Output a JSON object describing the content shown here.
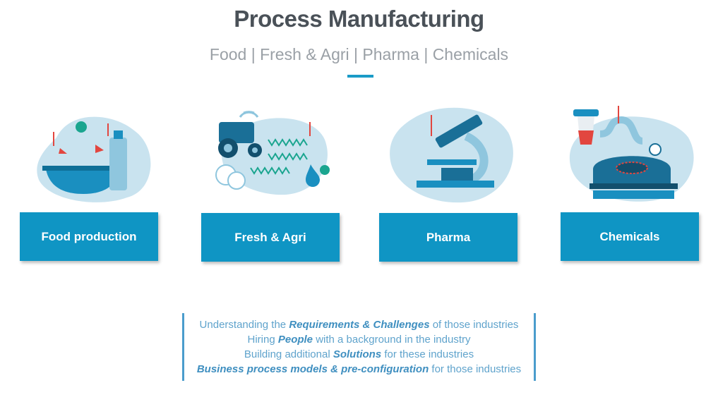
{
  "title": "Process Manufacturing",
  "subtitle": "Food | Fresh & Agri | Pharma | Chemicals",
  "accent_color": "#1a9bc7",
  "cards": [
    {
      "label": "Food production",
      "icon": "food-bowl-icon"
    },
    {
      "label": "Fresh & Agri",
      "icon": "tractor-crops-icon"
    },
    {
      "label": "Pharma",
      "icon": "microscope-icon"
    },
    {
      "label": "Chemicals",
      "icon": "chemical-plant-icon"
    }
  ],
  "bullets": [
    {
      "pre": "Understanding the ",
      "bold": "Requirements & Challenges",
      "post": " of those industries"
    },
    {
      "pre": "Hiring ",
      "bold": "People",
      "post": " with a background in the industry"
    },
    {
      "pre": "Building additional ",
      "bold": "Solutions",
      "post": " for these industries"
    },
    {
      "pre": "",
      "bold": "Business process models & pre-configuration",
      "post": " for those industries"
    }
  ]
}
